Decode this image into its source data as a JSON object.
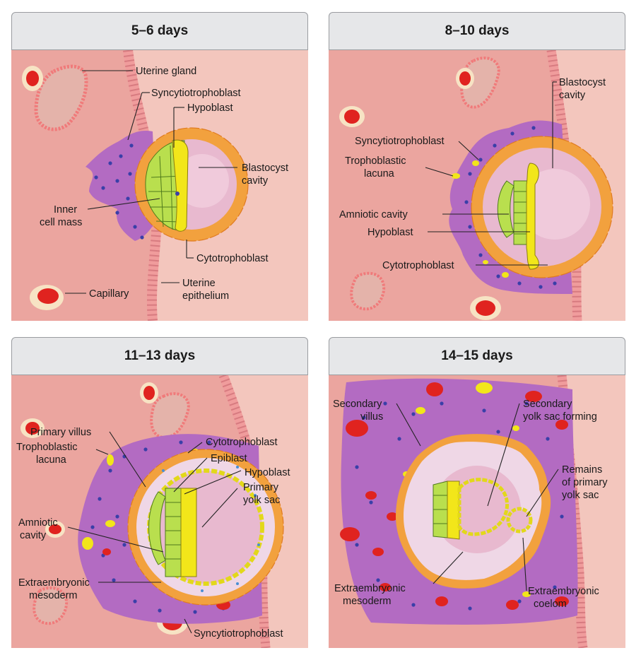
{
  "colors": {
    "tissue": "#eba59f",
    "tissue_light": "#f3c6bd",
    "syncytio": "#b36bc2",
    "cytotropho": "#f2a13e",
    "cavity": "#e8b9cf",
    "epiblast": "#b9df4e",
    "hypoblast": "#f2e61a",
    "blood": "#e0231f",
    "nuclei": "#3a3fa8"
  },
  "panels": [
    {
      "title": "5–6 days",
      "labels": {
        "uterine_gland": "Uterine gland",
        "syncytiotrophoblast": "Syncytiotrophoblast",
        "hypoblast": "Hypoblast",
        "blastocyst_cavity": [
          "Blastocyst",
          "cavity"
        ],
        "inner_cell_mass": [
          "Inner",
          "cell mass"
        ],
        "cytotrophoblast": "Cytotrophoblast",
        "capillary": "Capillary",
        "uterine_epithelium": [
          "Uterine",
          "epithelium"
        ]
      }
    },
    {
      "title": "8–10 days",
      "labels": {
        "blastocyst_cavity": [
          "Blastocyst",
          "cavity"
        ],
        "syncytiotrophoblast": "Syncytiotrophoblast",
        "trophoblastic_lacuna": [
          "Trophoblastic",
          "lacuna"
        ],
        "amniotic_cavity": "Amniotic cavity",
        "hypoblast": "Hypoblast",
        "cytotrophoblast": "Cytotrophoblast"
      }
    },
    {
      "title": "11–13 days",
      "labels": {
        "primary_villus": "Primary villus",
        "trophoblastic_lacuna": [
          "Trophoblastic",
          "lacuna"
        ],
        "cytotrophoblast": "Cytotrophoblast",
        "epiblast": "Epiblast",
        "hypoblast": "Hypoblast",
        "primary_yolk_sac": [
          "Primary",
          "yolk sac"
        ],
        "amniotic_cavity": [
          "Amniotic",
          "cavity"
        ],
        "extraembryonic_mesoderm": [
          "Extraembryonic",
          "mesoderm"
        ],
        "syncytiotrophoblast": "Syncytiotrophoblast"
      }
    },
    {
      "title": "14–15 days",
      "labels": {
        "secondary_villus": [
          "Secondary",
          "villus"
        ],
        "secondary_yolk_sac_forming": [
          "Secondary",
          "yolk sac forming"
        ],
        "remains_primary_yolk_sac": [
          "Remains",
          "of primary",
          "yolk sac"
        ],
        "extraembryonic_mesoderm": [
          "Extraembryonic",
          "mesoderm"
        ],
        "extraembryonic_coelom": [
          "Extraembryonic",
          "coelom"
        ]
      }
    }
  ]
}
